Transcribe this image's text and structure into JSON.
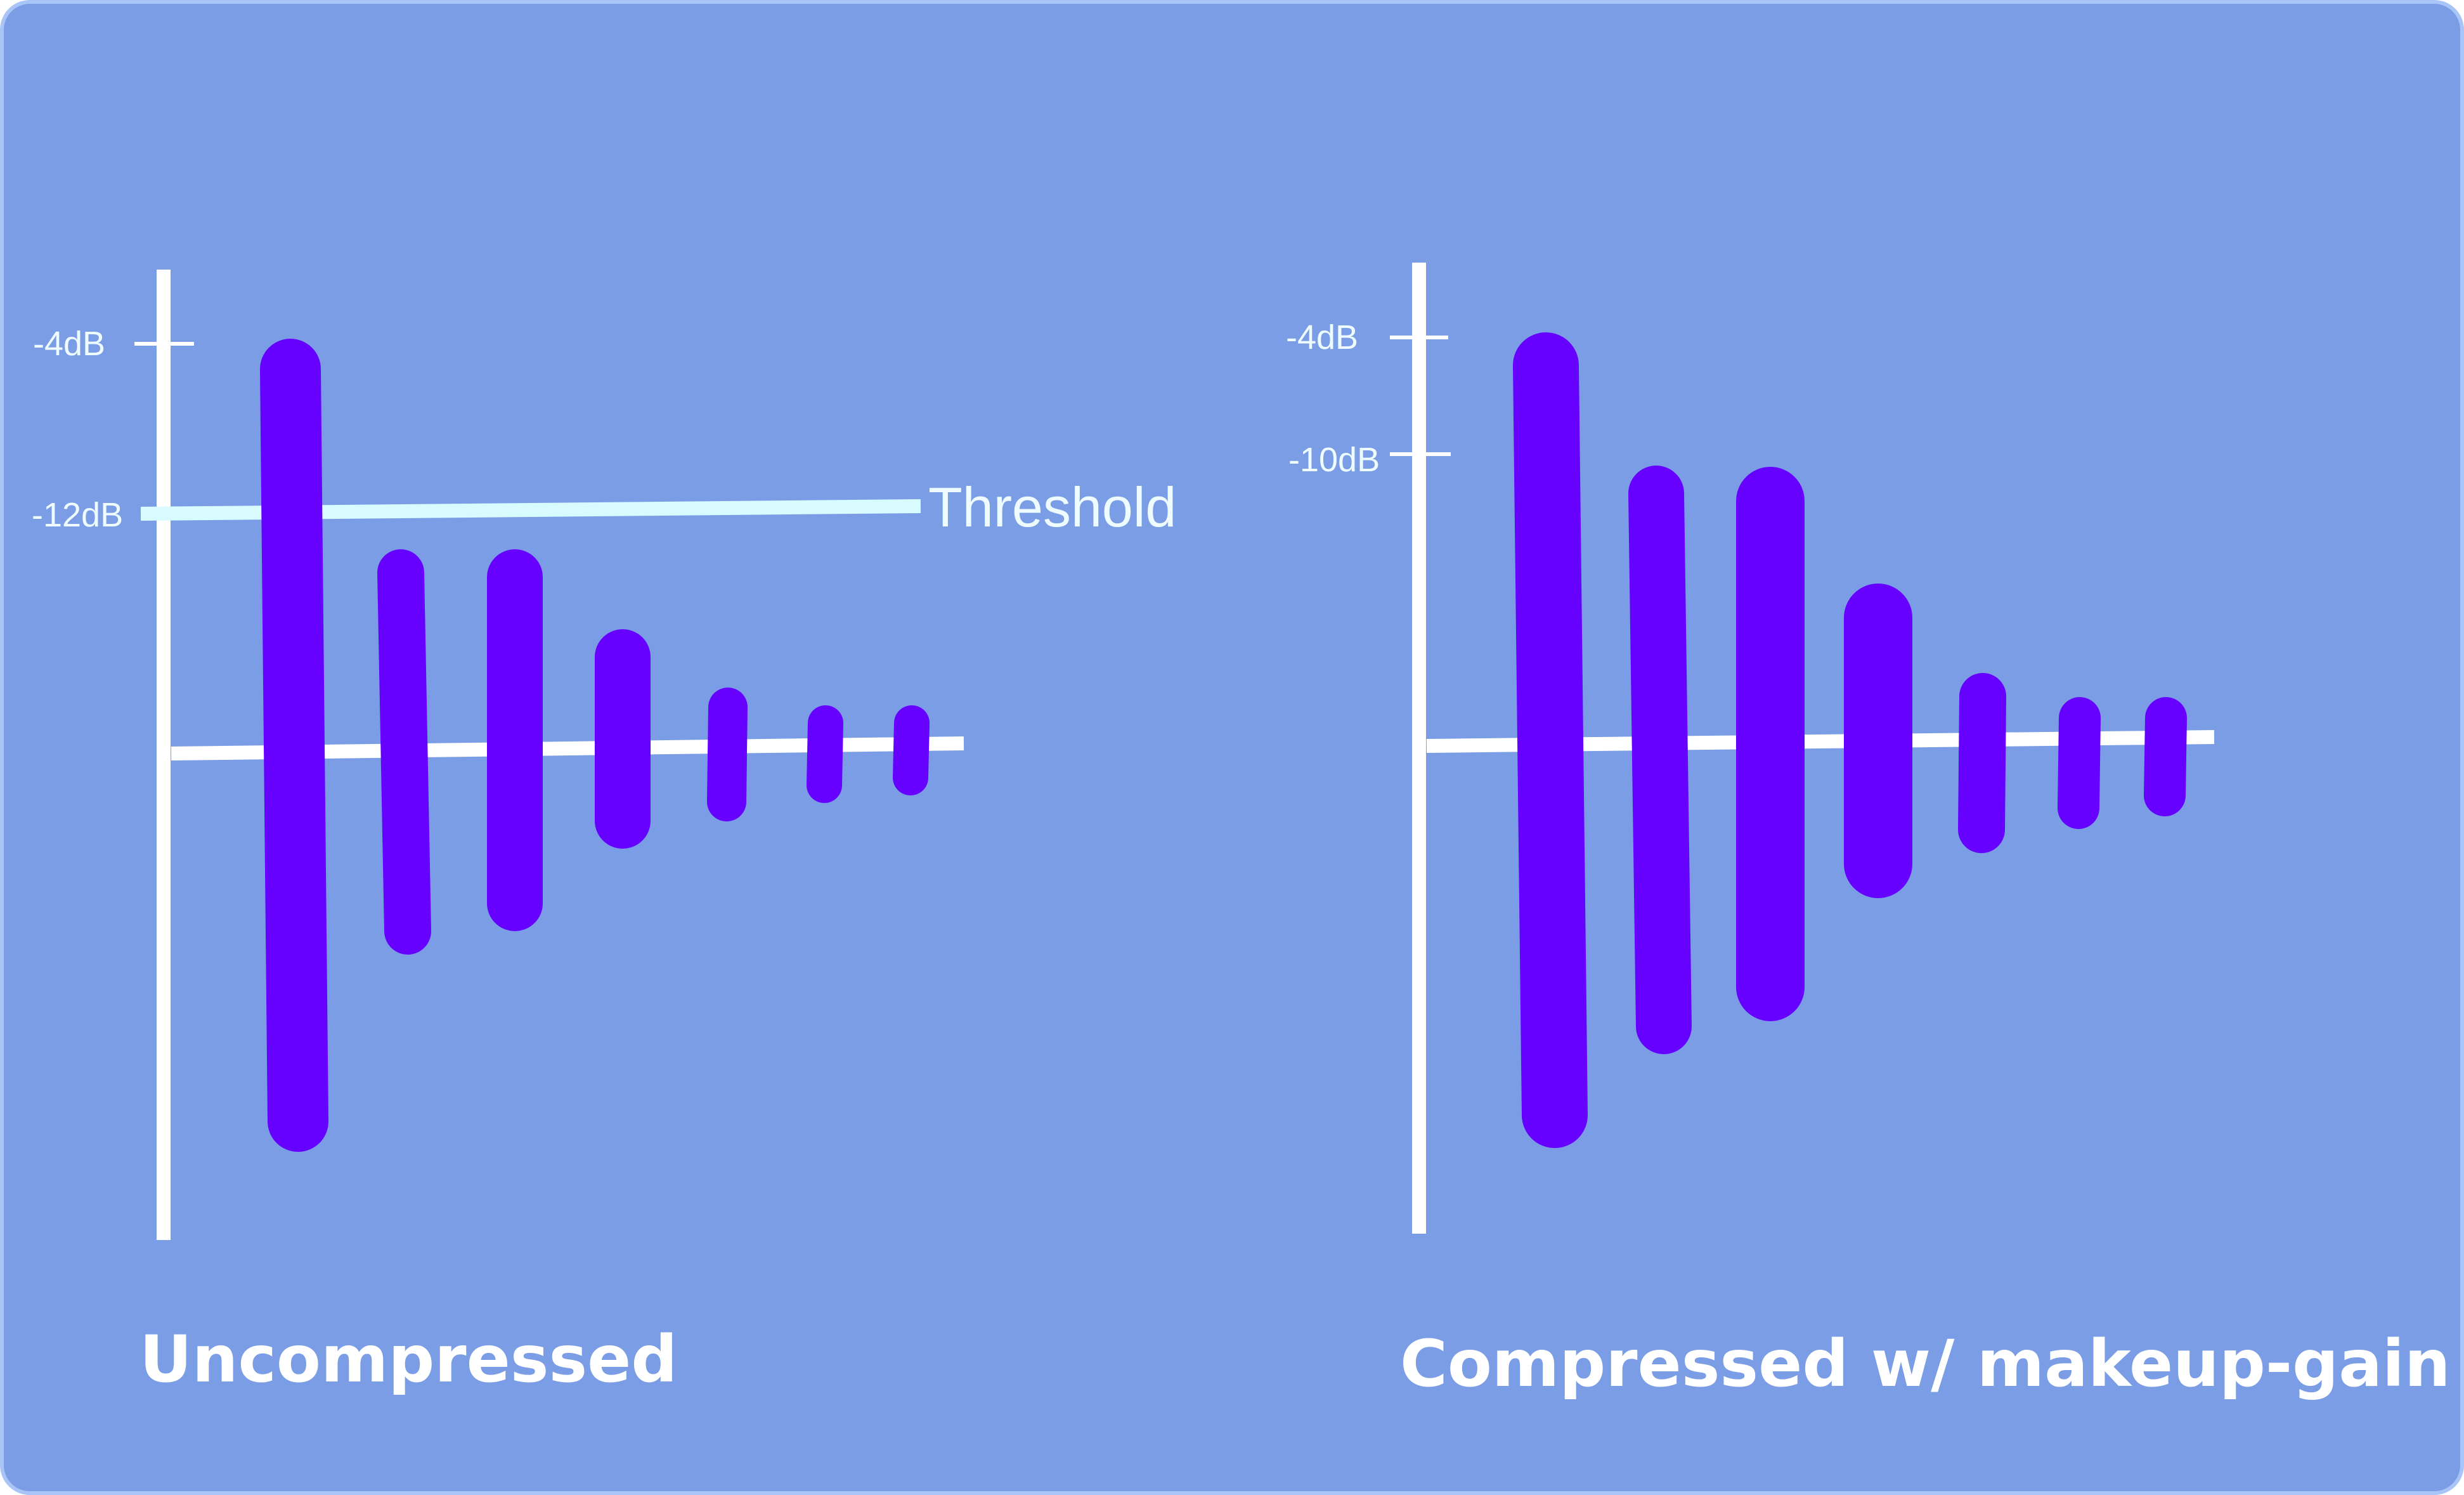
{
  "colors": {
    "background": "#7b9de6",
    "border": "#a9c4f7",
    "axis": "#ffffff",
    "threshold": "#d8fbff",
    "bars": "#6600ff",
    "text": "#eefcff"
  },
  "left_panel": {
    "title": "Uncompressed",
    "tick_labels": [
      "-4dB",
      "-12dB"
    ],
    "threshold_label": "Threshold",
    "bar_count": 7
  },
  "right_panel": {
    "title": "Compressed w/ makeup-gain",
    "tick_labels": [
      "-4dB",
      "-10dB"
    ],
    "bar_count": 7
  }
}
